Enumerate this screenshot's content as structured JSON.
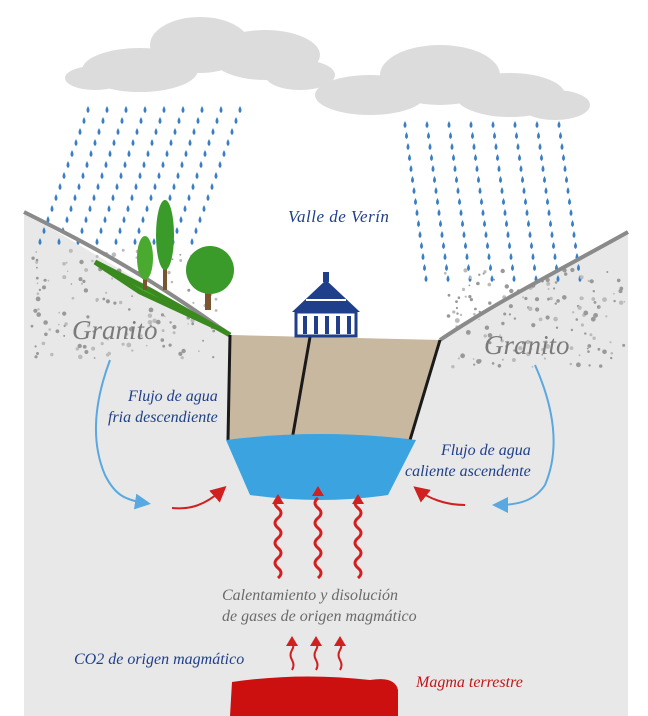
{
  "labels": {
    "valley": "Valle de Verín",
    "granite_left": "Granito",
    "granite_right": "Granito",
    "cold_flow_line1": "Flujo de agua",
    "cold_flow_line2": "fria descendiente",
    "hot_flow_line1": "Flujo de agua",
    "hot_flow_line2": "caliente ascendente",
    "heating_line1": "Calentamiento y disolución",
    "heating_line2": "de gases de origen magmático",
    "co2": "CO2 de origen magmático",
    "magma": "Magma terrestre"
  },
  "colors": {
    "sky_cloud": "#dcdcdc",
    "rain": "#3a7fc6",
    "ground": "#e8e8e8",
    "fault_block": "#c9b8a0",
    "reservoir": "#3aa3e0",
    "heat_arrows": "#d02020",
    "cold_arrows": "#5aa8e0",
    "magma": "#cc1010",
    "pavilion": "#1f3f8a",
    "tree": "#3a9a2a"
  },
  "icons": [
    "cloud-icon",
    "raindrop-icon",
    "tree-icon",
    "pavilion-icon",
    "wavy-arrow-icon"
  ]
}
